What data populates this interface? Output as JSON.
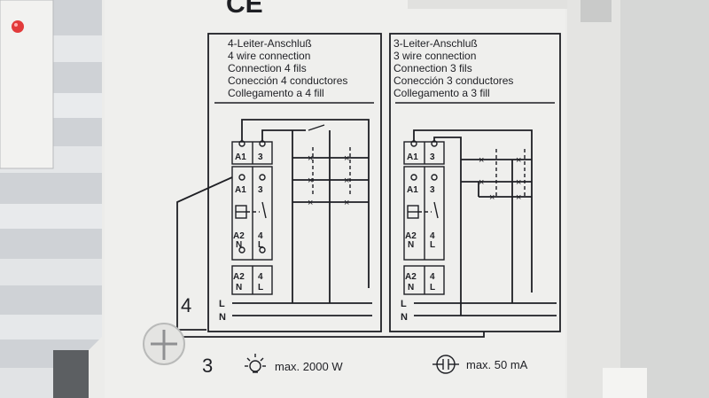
{
  "diagram": {
    "ce_mark": "CE",
    "panel_4wire": {
      "title_lines": [
        "4-Leiter-Anschluß",
        "4 wire connection",
        "Connection 4 fils",
        "Conección 4 conductores",
        "Collegamento a 4 fill"
      ],
      "top_module_terms": [
        "A1",
        "3"
      ],
      "relay_top_terms": [
        "A1",
        "3"
      ],
      "relay_bottom_terms": [
        "A2",
        "4",
        "N",
        "L"
      ],
      "bottom_module_terms": [
        "A2",
        "4",
        "N",
        "L"
      ],
      "line_labels": [
        "L",
        "N"
      ]
    },
    "panel_3wire": {
      "title_lines": [
        "3-Leiter-Anschluß",
        "3 wire connection",
        "Connection 3 fils",
        "Conección 3 conductores",
        "Collegamento a 3 fill"
      ],
      "top_module_terms": [
        "A1",
        "3"
      ],
      "relay_top_terms": [
        "A1",
        "3"
      ],
      "relay_bottom_terms": [
        "A2",
        "4",
        "N",
        "L"
      ],
      "bottom_module_terms": [
        "A2",
        "4",
        "N",
        "L"
      ],
      "line_labels": [
        "L",
        "N"
      ]
    },
    "side_numbers": [
      "4",
      "3"
    ],
    "ratings": {
      "lamp_load": "max. 2000 W",
      "motor_load": "max. 50 mA"
    }
  }
}
